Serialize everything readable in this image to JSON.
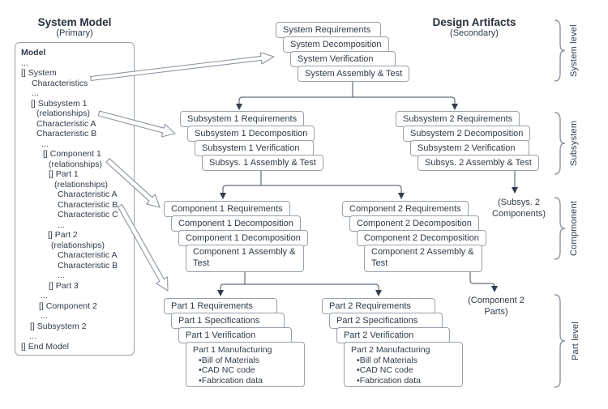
{
  "headers": {
    "left_title": "System Model",
    "left_subtitle": "(Primary)",
    "right_title": "Design Artifacts",
    "right_subtitle": "(Secondary)"
  },
  "model_panel": {
    "lines": [
      {
        "text": "Model",
        "indent": 0,
        "bold": true
      },
      {
        "text": "...",
        "indent": 0
      },
      {
        "text": "[] System",
        "indent": 0
      },
      {
        "text": "Characteristics",
        "indent": 13
      },
      {
        "text": "...",
        "indent": 13
      },
      {
        "text": "[] Subsystem 1",
        "indent": 12
      },
      {
        "text": "(relationships)",
        "indent": 19
      },
      {
        "text": "Characteristic A",
        "indent": 19
      },
      {
        "text": "Characteristic B",
        "indent": 19
      },
      {
        "text": "...",
        "indent": 25
      },
      {
        "text": "[] Component 1",
        "indent": 27
      },
      {
        "text": "(relationships)",
        "indent": 34
      },
      {
        "text": "[] Part 1",
        "indent": 34
      },
      {
        "text": "(relationships)",
        "indent": 41
      },
      {
        "text": "Characteristic A",
        "indent": 45
      },
      {
        "text": "Characteristic B",
        "indent": 45
      },
      {
        "text": "Characteristic C",
        "indent": 45
      },
      {
        "text": "...",
        "indent": 45
      },
      {
        "text": "[] Part 2",
        "indent": 33
      },
      {
        "text": "(relationships)",
        "indent": 37
      },
      {
        "text": "Characteristic A",
        "indent": 45
      },
      {
        "text": "Characteristic B",
        "indent": 45
      },
      {
        "text": "...",
        "indent": 45
      },
      {
        "text": "[] Part 3",
        "indent": 34
      },
      {
        "text": "...",
        "indent": 24
      },
      {
        "text": "[] Component 2",
        "indent": 22
      },
      {
        "text": "...",
        "indent": 24
      },
      {
        "text": "[] Subsystem 2",
        "indent": 11
      },
      {
        "text": "...",
        "indent": 10
      },
      {
        "text": "[] End Model",
        "indent": 0
      }
    ]
  },
  "stacks": {
    "system": {
      "boxes": [
        "System Requirements",
        "System Decomposition",
        "System Verification",
        "System Assembly & Test"
      ]
    },
    "subsystem1": {
      "boxes": [
        "Subsystem 1 Requirements",
        "Subsystem 1 Decomposition",
        "Subsystem 1 Verification",
        "Subsys. 1 Assembly & Test"
      ]
    },
    "subsystem2": {
      "boxes": [
        "Subsystem 2 Requirements",
        "Subsystem 2 Decomposition",
        "Subsystem 2 Verification",
        "Subsys. 2 Assembly & Test"
      ]
    },
    "component1": {
      "boxes": [
        "Component 1 Requirements",
        "Component 1 Decomposition",
        "Component 1 Decomposition",
        "Component 1 Assembly & Test"
      ]
    },
    "component2": {
      "boxes": [
        "Component 2 Requirements",
        "Component 2 Decomposition",
        "Component 2 Decomposition",
        "Component 2 Assembly & Test"
      ]
    },
    "part1": {
      "boxes": [
        "Part 1 Requirements",
        "Part 1 Specifications",
        "Part 1 Verification",
        "Part 1 Manufacturing"
      ],
      "bullets": [
        "Bill of Materials",
        "CAD NC code",
        "Fabrication data"
      ]
    },
    "part2": {
      "boxes": [
        "Part 2 Requirements",
        "Part 2 Specifications",
        "Part 2 Verification",
        "Part 2 Manufacturing"
      ],
      "bullets": [
        "Bill of Materials",
        "CAD NC code",
        "Fabrication data"
      ]
    }
  },
  "annotations": {
    "subsys2_components": {
      "line1": "(Subsys. 2",
      "line2": "Components)"
    },
    "component2_parts": {
      "line1": "(Component 2",
      "line2": "Parts)"
    }
  },
  "level_labels": {
    "system": "System level",
    "subsystem": "Subsystem",
    "component": "Compmonent",
    "part": "Part level"
  },
  "colors": {
    "text": "#2f3b49",
    "box_border": "#98a1ac",
    "connector": "#626d79",
    "arrowhead": "#323e4a",
    "background": "#ffffff"
  }
}
